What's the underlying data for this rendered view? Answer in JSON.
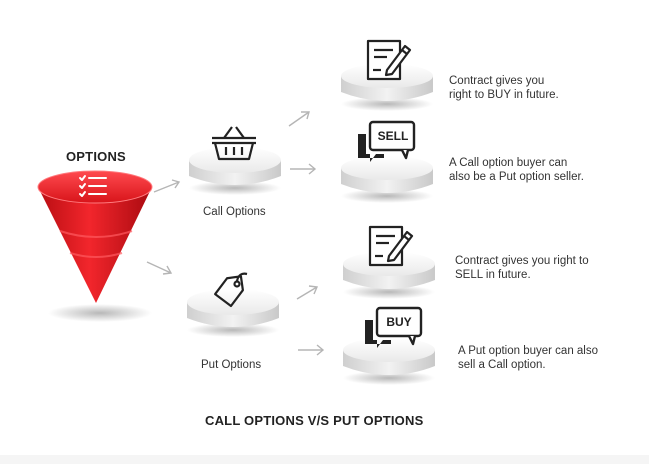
{
  "diagram": {
    "funnel_label": "OPTIONS",
    "footer_title": "CALL OPTIONS V/S PUT OPTIONS",
    "call": {
      "label": "Call Options",
      "items": [
        {
          "text_line1": "Contract gives you",
          "text_line2": "right to BUY in future."
        },
        {
          "bubble": "SELL",
          "text_line1": "A Call option buyer can",
          "text_line2": "also be a Put option seller."
        }
      ]
    },
    "put": {
      "label": "Put Options",
      "items": [
        {
          "text_line1": "Contract gives you right to",
          "text_line2": "SELL in future."
        },
        {
          "bubble": "BUY",
          "text_line1": "A Put option buyer can also",
          "text_line2": "sell a Call option."
        }
      ]
    },
    "colors": {
      "funnel": "#e8131b",
      "arrow": "#b5b5b5",
      "pedestal": "#e6e6e6"
    },
    "icons": [
      "checklist-icon",
      "basket-icon",
      "price-tag-icon",
      "contract-pen-icon",
      "speech-bubble-icon"
    ]
  }
}
